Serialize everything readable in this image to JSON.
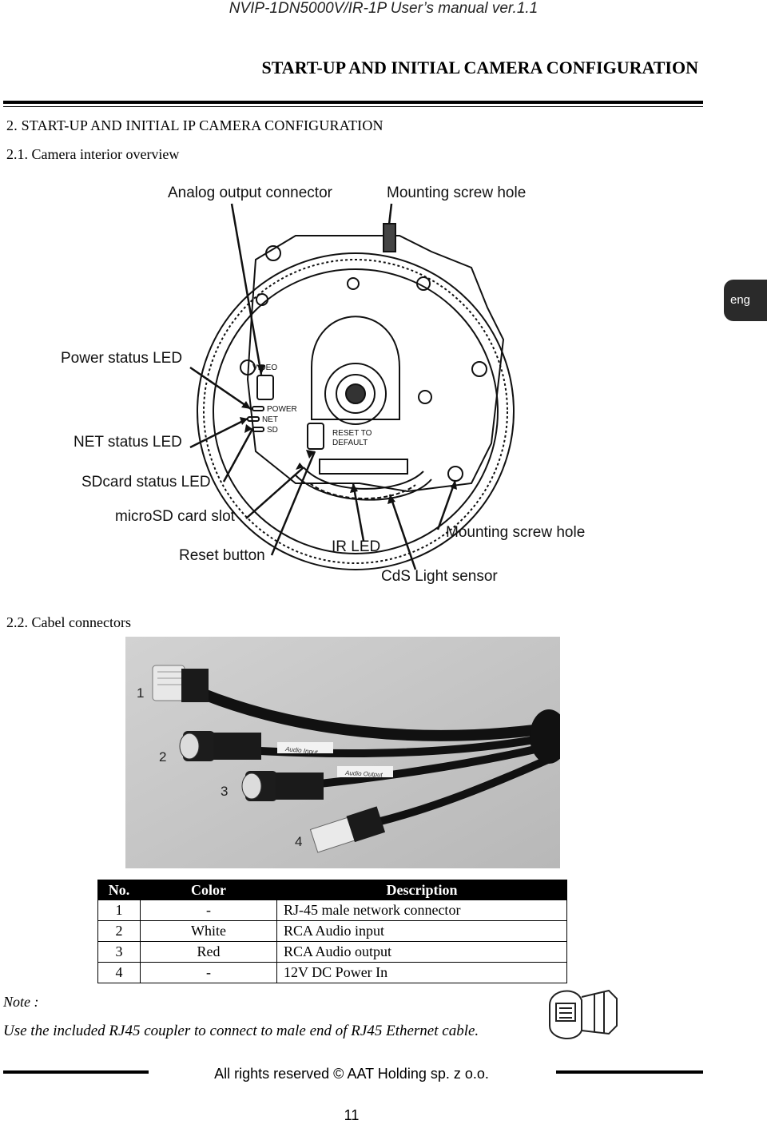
{
  "header": {
    "manual": "NVIP-1DN5000V/IR-1P User’s manual ver.1.1",
    "title": "START-UP AND INITIAL CAMERA CONFIGURATION"
  },
  "section": {
    "heading": "2. START-UP AND INITIAL IP CAMERA CONFIGURATION",
    "sub1": "2.1. Camera interior overview",
    "sub2": "2.2. Cabel connectors"
  },
  "lang_tab": "eng",
  "figure1": {
    "callouts": {
      "analog": "Analog output connector",
      "mount_top": "Mounting screw hole",
      "power_led": "Power status LED",
      "net_led": "NET status LED",
      "sd_led": "SDcard status LED",
      "microsd": "microSD card slot",
      "reset": "Reset button",
      "ir_led": "IR LED",
      "mount_bottom": "Mounting screw hole",
      "cds": "CdS Light sensor"
    },
    "board_labels": {
      "video": "VIDEO",
      "power": "POWER",
      "net": "NET",
      "sd": "SD",
      "reset_to": "RESET TO",
      "default": "DEFAULT"
    }
  },
  "figure2": {
    "numbers": [
      "1",
      "2",
      "3",
      "4"
    ],
    "cable_labels": [
      "Audio Input",
      "Audio Output"
    ]
  },
  "table": {
    "headers": {
      "no": "No.",
      "color": "Color",
      "desc": "Description"
    },
    "rows": [
      {
        "no": "1",
        "color": "-",
        "desc": "RJ-45 male network connector"
      },
      {
        "no": "2",
        "color": "White",
        "desc": "RCA Audio input"
      },
      {
        "no": "3",
        "color": "Red",
        "desc": "RCA Audio output"
      },
      {
        "no": "4",
        "color": "-",
        "desc": "12V DC Power In"
      }
    ]
  },
  "note": {
    "label": "Note :",
    "text": "Use the included RJ45 coupler to connect to male end of RJ45 Ethernet cable."
  },
  "footer": {
    "rights": "All rights reserved © AAT Holding sp. z o.o.",
    "page": "11"
  }
}
